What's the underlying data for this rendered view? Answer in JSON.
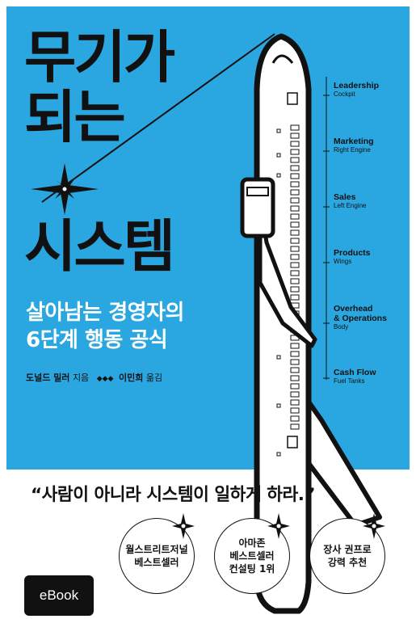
{
  "title": {
    "line1": "무기가",
    "line2": "되는",
    "line3": "시스템"
  },
  "subtitle": {
    "line1": "살아남는 경영자의",
    "line2": "6단계 행동 공식"
  },
  "authors": {
    "author": "도널드 밀러",
    "author_role": "지음",
    "separator": "◆◆◆",
    "translator": "이민희",
    "translator_role": "옮김"
  },
  "plane_labels": [
    {
      "main": "Leadership",
      "sub": "Cockpit"
    },
    {
      "main": "Marketing",
      "sub": "Right Engine"
    },
    {
      "main": "Sales",
      "sub": "Left Engine"
    },
    {
      "main": "Products",
      "sub": "Wings"
    },
    {
      "main": "Overhead",
      "main2": "& Operations",
      "sub": "Body"
    },
    {
      "main": "Cash Flow",
      "sub": "Fuel Tanks"
    }
  ],
  "quote": "“사람이 아니라 시스템이 일하게 하라.”",
  "badges": [
    {
      "line1": "월스트리트저널",
      "line2": "베스트셀러"
    },
    {
      "line1": "아마존",
      "line2": "베스트셀러",
      "line3": "컨설팅 1위"
    },
    {
      "line1": "장사 권프로",
      "line2": "강력 추천"
    }
  ],
  "ebook_label": "eBook",
  "colors": {
    "cover_blue": "#2aa7e0",
    "ink": "#111111",
    "white": "#ffffff"
  }
}
